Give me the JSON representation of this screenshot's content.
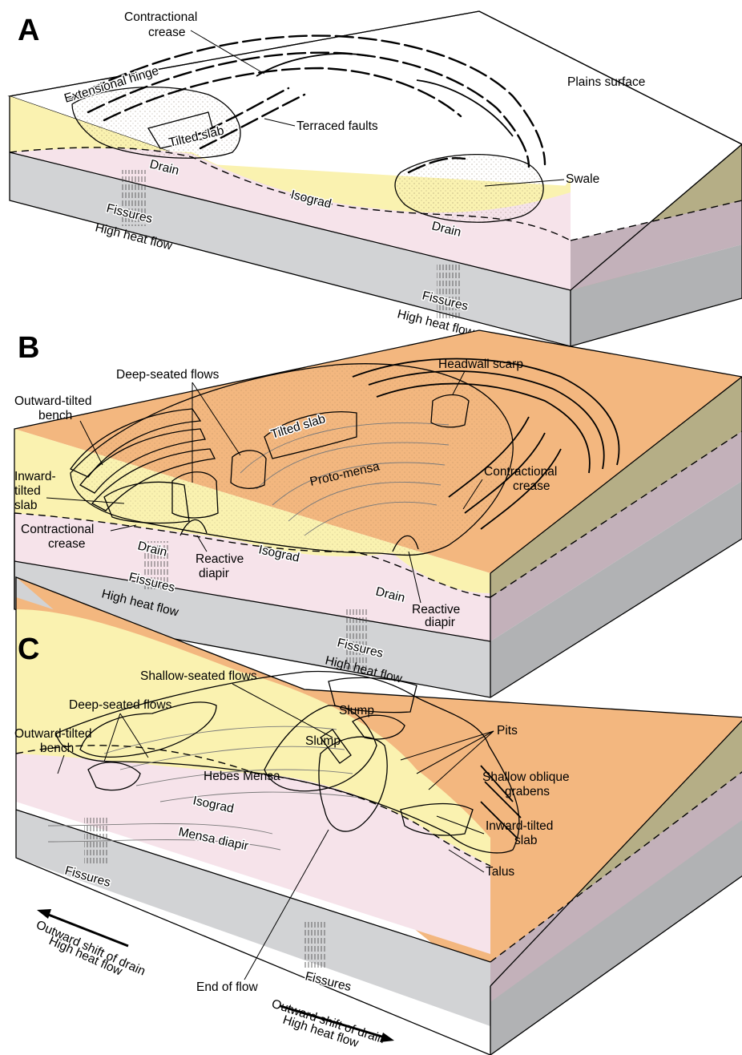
{
  "panels": [
    {
      "letter": "A",
      "labels": {
        "contractional_crease_1": "Contractional",
        "contractional_crease_2": "crease",
        "plains_surface": "Plains surface",
        "extensional_hinge": "Extensional hinge",
        "tilted_slab": "Tilted slab",
        "terraced_faults": "Terraced faults",
        "drain_left": "Drain",
        "swale": "Swale",
        "isograd": "Isograd",
        "fissures_left": "Fissures",
        "high_heat_flow_left": "High heat flow",
        "drain_right": "Drain",
        "fissures_right": "Fissures",
        "high_heat_flow_right": "High heat flow"
      }
    },
    {
      "letter": "B",
      "labels": {
        "headwall_scarp": "Headwall scarp",
        "deep_seated_flows": "Deep-seated flows",
        "outward_tilted_bench_1": "Outward-tilted",
        "outward_tilted_bench_2": "bench",
        "tilted_slab": "Tilted slab",
        "inward_tilted_slab_1": "Inward-",
        "inward_tilted_slab_2": "tilted",
        "inward_tilted_slab_3": "slab",
        "proto_mensa": "Proto-mensa",
        "contractional_crease_right_1": "Contractional",
        "contractional_crease_right_2": "crease",
        "contractional_crease_left_1": "Contractional",
        "contractional_crease_left_2": "crease",
        "drain_left": "Drain",
        "reactive_diapir_left_1": "Reactive",
        "reactive_diapir_left_2": "diapir",
        "isograd": "Isograd",
        "fissures_left": "Fissures",
        "high_heat_flow_left": "High heat flow",
        "drain_right": "Drain",
        "reactive_diapir_right_1": "Reactive",
        "reactive_diapir_right_2": "diapir",
        "fissures_right": "Fissures",
        "high_heat_flow_right": "High heat flow"
      }
    },
    {
      "letter": "C",
      "labels": {
        "shallow_seated_flows": "Shallow-seated flows",
        "deep_seated_flows": "Deep-seated flows",
        "outward_tilted_bench_1": "Outward-tilted",
        "outward_tilted_bench_2": "bench",
        "slump_top": "Slump",
        "pits": "Pits",
        "slump_mid": "Slump",
        "hebes_mensa": "Hebes Mensa",
        "shallow_oblique_grabens_1": "Shallow oblique",
        "shallow_oblique_grabens_2": "grabens",
        "isograd": "Isograd",
        "inward_tilted_slab_1": "Inward-tilted",
        "inward_tilted_slab_2": "slab",
        "mensa_diapir": "Mensa diapir",
        "fissures_left": "Fissures",
        "outward_shift_left_1": "Outward shift of drain",
        "outward_shift_left_2": "High heat flow",
        "talus": "Talus",
        "end_of_flow": "End of flow",
        "fissures_right": "Fissures",
        "outward_shift_right_1": "Outward shift of drain",
        "outward_shift_right_2": "High heat flow"
      }
    }
  ],
  "colors": {
    "plains_top": "#f3b77f",
    "plains_side": "#b5ae86",
    "upper_layer": "#faf2b0",
    "lower_layer": "#f6e3ea",
    "lower_side": "#c3b1ba",
    "basement": "#d2d3d5",
    "basement_side": "#b1b2b4",
    "deep_flow": "#c8a2cf",
    "shallow_flow": "#b4c8d9",
    "slump": "#8dc349",
    "chaos_floor": "#f0ecc4"
  }
}
